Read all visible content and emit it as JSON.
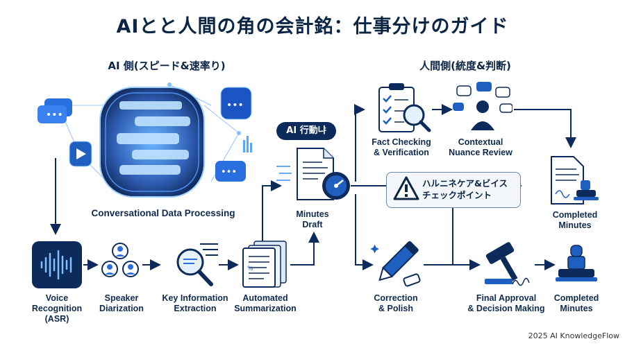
{
  "title": "AIとと人間の角の会計銘：仕事分けのガイド",
  "sections": {
    "ai_side": "AI 側(スピード&速率り)",
    "human_side": "人間側(統度&判断)"
  },
  "badge": "AI 行動냐",
  "ai_flow": {
    "conv": "Conversational Data Processing",
    "asr": [
      "Voice",
      "Recognition",
      "(ASR)"
    ],
    "diar": [
      "Speaker",
      "Diarization"
    ],
    "kie": [
      "Key Information",
      "Extraction"
    ],
    "summ": [
      "Automated",
      "Summarization"
    ],
    "draft": [
      "Minutes",
      "Draft"
    ]
  },
  "human_flow": {
    "fact": [
      "Fact Checking",
      "& Verification"
    ],
    "nuance": [
      "Contextual",
      "Nuance Review"
    ],
    "warning": [
      "ハルニネケア&ビイス",
      "チェックポイント"
    ],
    "completed_top": [
      "Completed",
      "Minutes"
    ],
    "correction": [
      "Correction",
      "& Polish"
    ],
    "approval": [
      "Final Approval",
      "& Decision Making"
    ],
    "completed_bottom": [
      "Completed",
      "Minutes"
    ]
  },
  "footer": "2025 AI KnowledgeFlow",
  "colors": {
    "navy": "#0b2545",
    "blue": "#1f5fbf",
    "glow": "#3a8dff",
    "warning": "#0b2545"
  }
}
